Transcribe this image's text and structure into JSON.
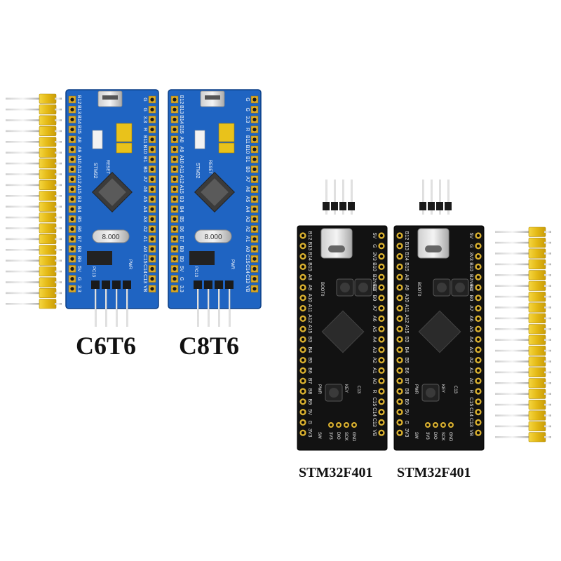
{
  "captions": {
    "blue_left": "C6T6",
    "blue_right": "C8T6",
    "black_left": "STM32F401",
    "black_right": "STM32F401"
  },
  "blue_board": {
    "crystal_label": "8.000",
    "chip_label": "STM32",
    "reset_label": "RESET",
    "left_pins": [
      "B12",
      "B13",
      "B14",
      "B15",
      "A8",
      "A9",
      "A10",
      "A11",
      "A12",
      "A15",
      "B3",
      "B4",
      "B5",
      "B6",
      "B7",
      "B8",
      "B9",
      "5V",
      "G",
      "3.3"
    ],
    "right_pins": [
      "G",
      "G",
      "3.3",
      "R",
      "B11",
      "B10",
      "B1",
      "B0",
      "A7",
      "A6",
      "A5",
      "A4",
      "A3",
      "A2",
      "A1",
      "A0",
      "C15",
      "C14",
      "C13",
      "VB"
    ],
    "labels": [
      "PC13",
      "PWR"
    ]
  },
  "black_board": {
    "left_pins": [
      "B12",
      "B13",
      "B14",
      "B15",
      "A8",
      "A9",
      "A10",
      "A11",
      "A12",
      "A15",
      "B3",
      "B4",
      "B5",
      "B6",
      "B7",
      "B8",
      "B9",
      "5V",
      "G",
      "3V3"
    ],
    "right_pins": [
      "5V",
      "G",
      "3V3",
      "B10",
      "B2",
      "B1",
      "B0",
      "A7",
      "A6",
      "A5",
      "A4",
      "A3",
      "A2",
      "A1",
      "A0",
      "R",
      "C15",
      "C14",
      "C13",
      "VB"
    ],
    "labels": [
      "BOOT0",
      "NRST",
      "KEY",
      "C13",
      "PWR"
    ],
    "bottom_labels": [
      "3V3",
      "DIO",
      "SCK",
      "GND",
      "SW"
    ]
  },
  "colors": {
    "blue_pcb": "#1f64c2",
    "black_pcb": "#121212",
    "pin_yellow": "#e7c21a",
    "header_gold": "#d8b02a"
  }
}
